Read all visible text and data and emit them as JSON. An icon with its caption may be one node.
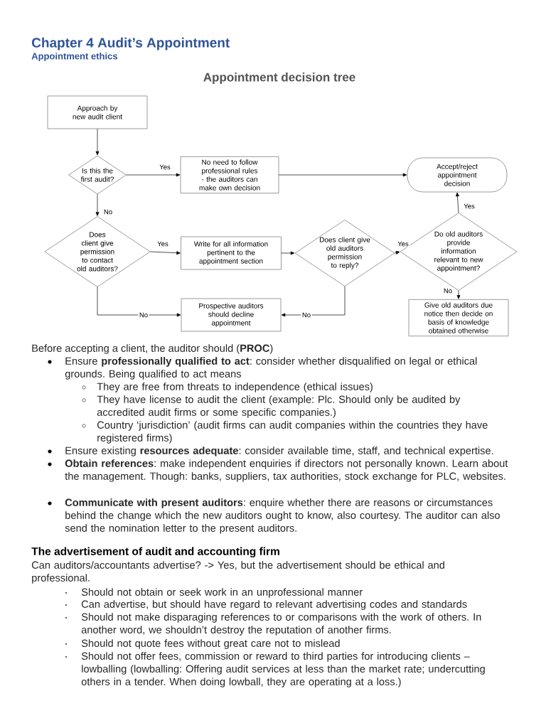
{
  "diagram": {
    "title": "Appointment decision tree",
    "nodes": [
      {
        "text": [
          "Approach by new audit client"
        ]
      },
      {
        "text": [
          "Is this the first audit?"
        ]
      },
      {
        "text": [
          "No need to follow professional rules - the auditors can make own decision"
        ]
      },
      {
        "text": [
          "Accept/reject appointment decision"
        ]
      },
      {
        "text": [
          "Does client give permission to contact old auditors?"
        ]
      },
      {
        "text": [
          "Write for all information pertinent to the appointment section"
        ]
      },
      {
        "text": [
          "Does client give old auditors permission to reply?"
        ]
      },
      {
        "text": [
          "Do old auditors provide information relevant to new appointment?"
        ]
      },
      {
        "text": [
          "Prospective auditors should decline appointment"
        ]
      },
      {
        "text": [
          "Give old auditors due notice then decide on basis of knowledge obtained otherwise"
        ]
      }
    ],
    "edges": [
      {
        "from": 0,
        "to": 1,
        "arrow": "to"
      },
      {
        "from": 1,
        "to": 2,
        "arrow": "to",
        "label": "Yes"
      },
      {
        "from": 2,
        "to": 3,
        "arrow": "to"
      },
      {
        "from": 1,
        "to": 4,
        "arrow": "to",
        "label": "No"
      },
      {
        "from": 4,
        "to": 5,
        "arrow": "to",
        "label": "Yes"
      },
      {
        "from": 5,
        "to": 6,
        "arrow": "to"
      },
      {
        "from": 6,
        "to": 7,
        "arrow": "to",
        "label": "Yes"
      },
      {
        "from": 7,
        "to": 3,
        "arrow": "to",
        "label": "Yes"
      },
      {
        "from": 7,
        "to": 9,
        "arrow": "to",
        "label": "No"
      },
      {
        "from": 4,
        "to": 8,
        "arrow": "to",
        "label": "No"
      },
      {
        "from": 6,
        "to": 8,
        "arrow": "to",
        "label": "No"
      }
    ],
    "labels": [
      "Chapter 4 Audit’s Appointment",
      "Appointment ethics",
      "Before accepting a client, the auditor should (**PROC**)",
      "Ensure **professionally qualified to act**: consider whether disqualified on legal or ethical grounds. Being qualified to act means",
      "They are free from threats to independence (ethical issues)",
      "They have license to audit the client (example: Plc. Should only be audited by accredited audit firms or some specific companies.)",
      "Country ‘jurisdiction’ (audit firms can audit companies within the countries they have registered firms)",
      "Ensure existing **resources adequate**: consider available time, staff, and technical expertise.",
      "**Obtain references**: make independent enquiries if directors not personally known. Learn about the management. Though: banks, suppliers, tax authorities, stock exchange for PLC, websites.",
      "**Communicate with present auditors**: enquire whether there are reasons or circumstances behind the change which the new auditors ought to know, also courtesy. The auditor can also send the nomination letter to the present auditors.",
      "The advertisement of audit and accounting firm",
      "Can auditors/accountants advertise? -> Yes, but the advertisement should be ethical and professional.",
      "Should not obtain or seek work in an unprofessional manner",
      "Can advertise, but should have regard to relevant advertising codes and standards",
      "Should not make disparaging references to or comparisons with the work of others. In another word, we shouldn’t destroy the reputation of another firms.",
      "Should not quote fees without great care not to mislead",
      "Should not offer fees, commission or reward to third parties for introducing clients – lowballing (lowballing: Offering audit services at less than the market rate; undercutting others in a tender. When doing lowball, they are operating at a loss.)"
    ]
  }
}
